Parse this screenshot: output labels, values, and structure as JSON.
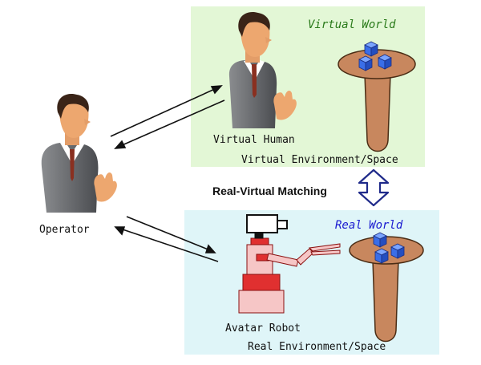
{
  "colors": {
    "virtual_panel": "#e3f7d6",
    "real_panel": "#dff5f8",
    "virtual_world_text": "#2a7a1a",
    "real_world_text": "#1a1ad0",
    "suit": "#6b6d70",
    "skin": "#e8a06a",
    "table": "#c8875e",
    "table_edge": "#4a2c14",
    "cube": "#3a6ee8",
    "robot_red": "#e03030",
    "robot_pink": "#f6c6c6",
    "matching_arrow": "#1f2a8a"
  },
  "icons": [
    "operator-figure",
    "virtual-human-figure",
    "avatar-robot",
    "table-with-cubes",
    "double-arrow-icon",
    "bidirectional-arrows"
  ],
  "labels": {
    "virtual_world": "Virtual World",
    "virtual_human": "Virtual Human",
    "virtual_environment": "Virtual Environment/Space",
    "matching": "Real-Virtual Matching",
    "operator": "Operator",
    "real_world": "Real World",
    "avatar_robot": "Avatar Robot",
    "real_environment": "Real Environment/Space"
  }
}
